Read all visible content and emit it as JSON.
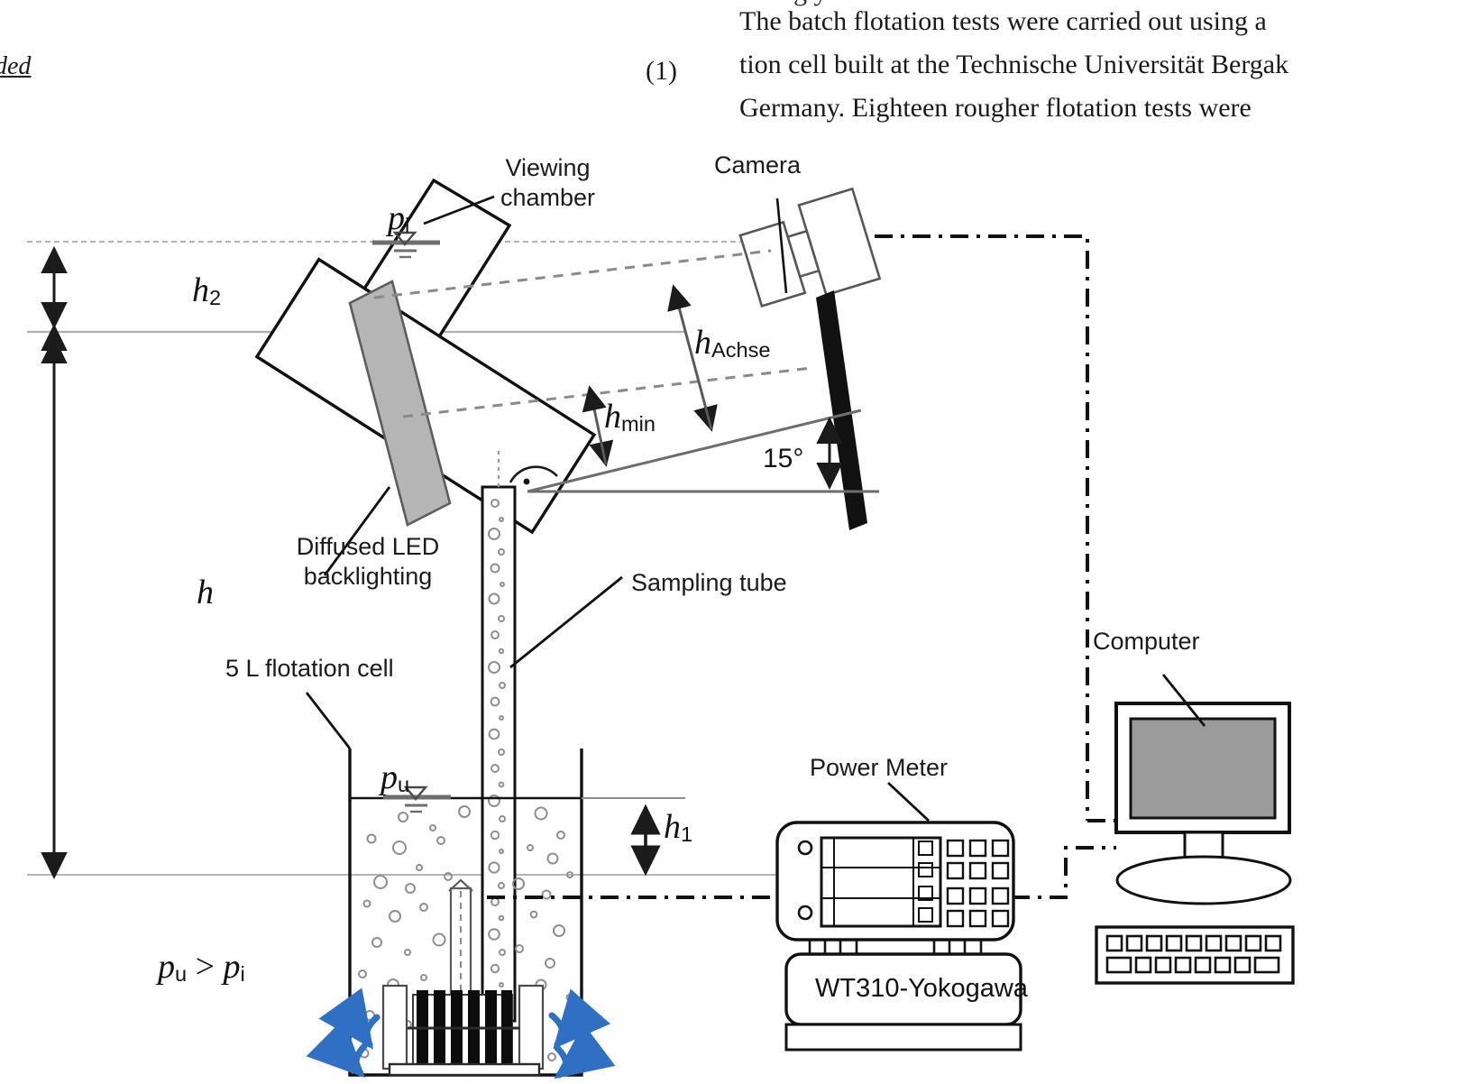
{
  "page": {
    "side_fragment": "ded",
    "equation_number": "(1)",
    "clipped_top_line": "g y",
    "body_lines": [
      "The batch flotation tests were carried out using a",
      "tion cell built at the Technische Universität Bergak",
      "Germany. Eighteen rougher flotation tests were"
    ]
  },
  "diagram": {
    "labels": {
      "viewing_chamber_l1": "Viewing",
      "viewing_chamber_l2": "chamber",
      "camera": "Camera",
      "diffused_led_l1": "Diffused LED",
      "diffused_led_l2": "backlighting",
      "sampling_tube": "Sampling tube",
      "flotation_cell": "5 L flotation cell",
      "power_meter": "Power Meter",
      "power_meter_model": "WT310-Yokogawa",
      "computer": "Computer"
    },
    "symbols": {
      "p_inner": "p",
      "p_inner_sub": "i",
      "p_under": "p",
      "p_under_sub": "u",
      "h_total": "h",
      "h2": "h",
      "h2_sub": "2",
      "h1": "h",
      "h1_sub": "1",
      "h_min": "h",
      "h_min_sub": "min",
      "h_achse": "h",
      "h_achse_sub": "Achse",
      "angle": "15°",
      "pressure_relation": "p",
      "pressure_relation_sub1": "u",
      "pressure_relation_op": " > ",
      "pressure_relation_p2": "p",
      "pressure_relation_sub2": "i"
    },
    "colors": {
      "ink": "#111111",
      "led_panel": "#b5b5b5",
      "monitor_screen": "#9b9b9b",
      "flow_arrow": "#2f6fc4",
      "water_line": "#9a9a9a",
      "axis_line": "#6e6e6e"
    }
  }
}
